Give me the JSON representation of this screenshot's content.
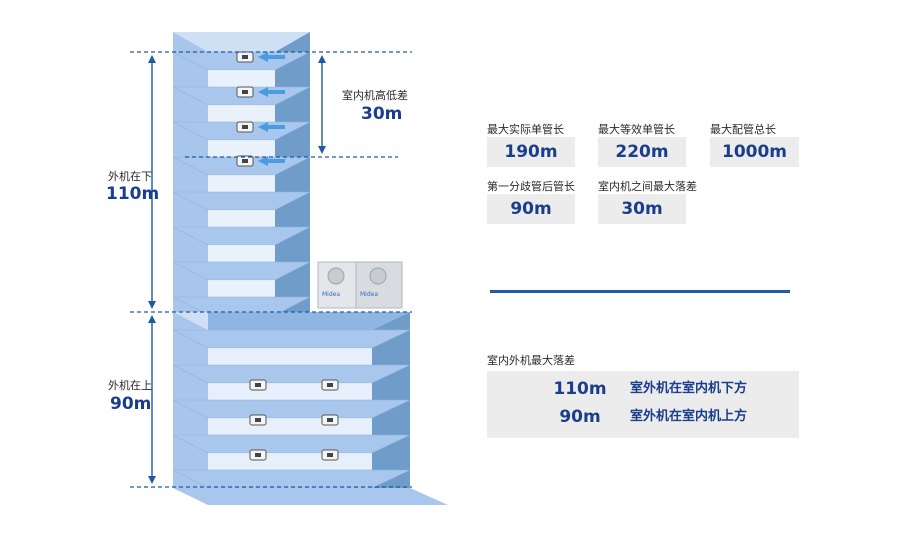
{
  "diagram": {
    "indoor_height_diff": {
      "label": "室内机高低差",
      "value": "30m"
    },
    "outdoor_below": {
      "label": "外机在下",
      "value": "110m"
    },
    "outdoor_above": {
      "label": "外机在上",
      "value": "90m"
    },
    "outdoor_unit_brand": "Midea"
  },
  "specs": [
    {
      "label": "最大实际单管长",
      "value": "190m"
    },
    {
      "label": "最大等效单管长",
      "value": "220m"
    },
    {
      "label": "最大配管总长",
      "value": "1000m"
    },
    {
      "label": "第一分歧管后管长",
      "value": "90m"
    },
    {
      "label": "室内机之间最大落差",
      "value": "30m"
    }
  ],
  "max_drop": {
    "title": "室内外机最大落差",
    "rows": [
      {
        "value": "110m",
        "desc": "室外机在室内机下方"
      },
      {
        "value": "90m",
        "desc": "室外机在室内机上方"
      }
    ]
  },
  "colors": {
    "accent": "#1a3e8c",
    "line": "#1f5aa5",
    "floor": "#a9c6ec",
    "panel": "#ececec"
  }
}
